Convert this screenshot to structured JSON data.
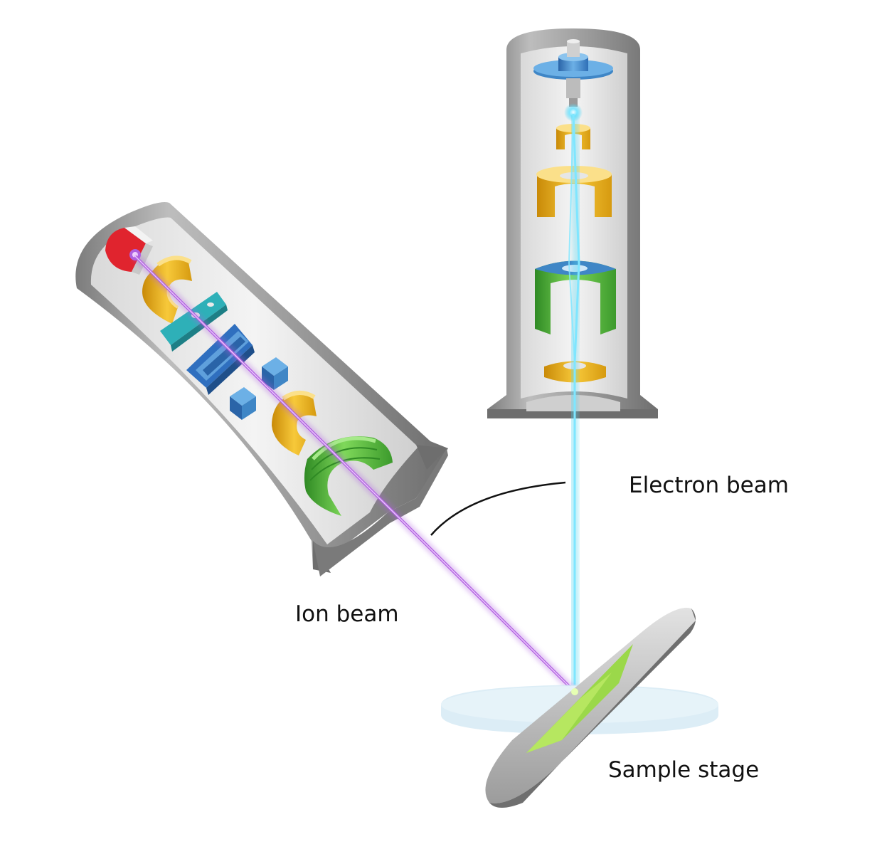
{
  "labels": {
    "electron_beam": "Electron beam",
    "ion_beam": "Ion beam",
    "sample_stage": "Sample stage"
  },
  "colors": {
    "column_gray": "#9a9a9a",
    "interior_light": "#e6e6e6",
    "ion_source_red": "#e0242e",
    "electron_source_blue": "#3f86c6",
    "lens_gold": "#f0b418",
    "lens_green": "#5bbe3c",
    "aperture_teal": "#2eb0b8",
    "deflector_blue": "#2f6fbf",
    "ion_beam_purple": "#b05fe0",
    "electron_beam_cyan": "#4fd4f2",
    "sample_green": "#9bd84a",
    "stage_glass": "#d6eaf4"
  },
  "icons": [
    "electron-column-icon",
    "ion-column-icon",
    "sample-stage-icon"
  ]
}
